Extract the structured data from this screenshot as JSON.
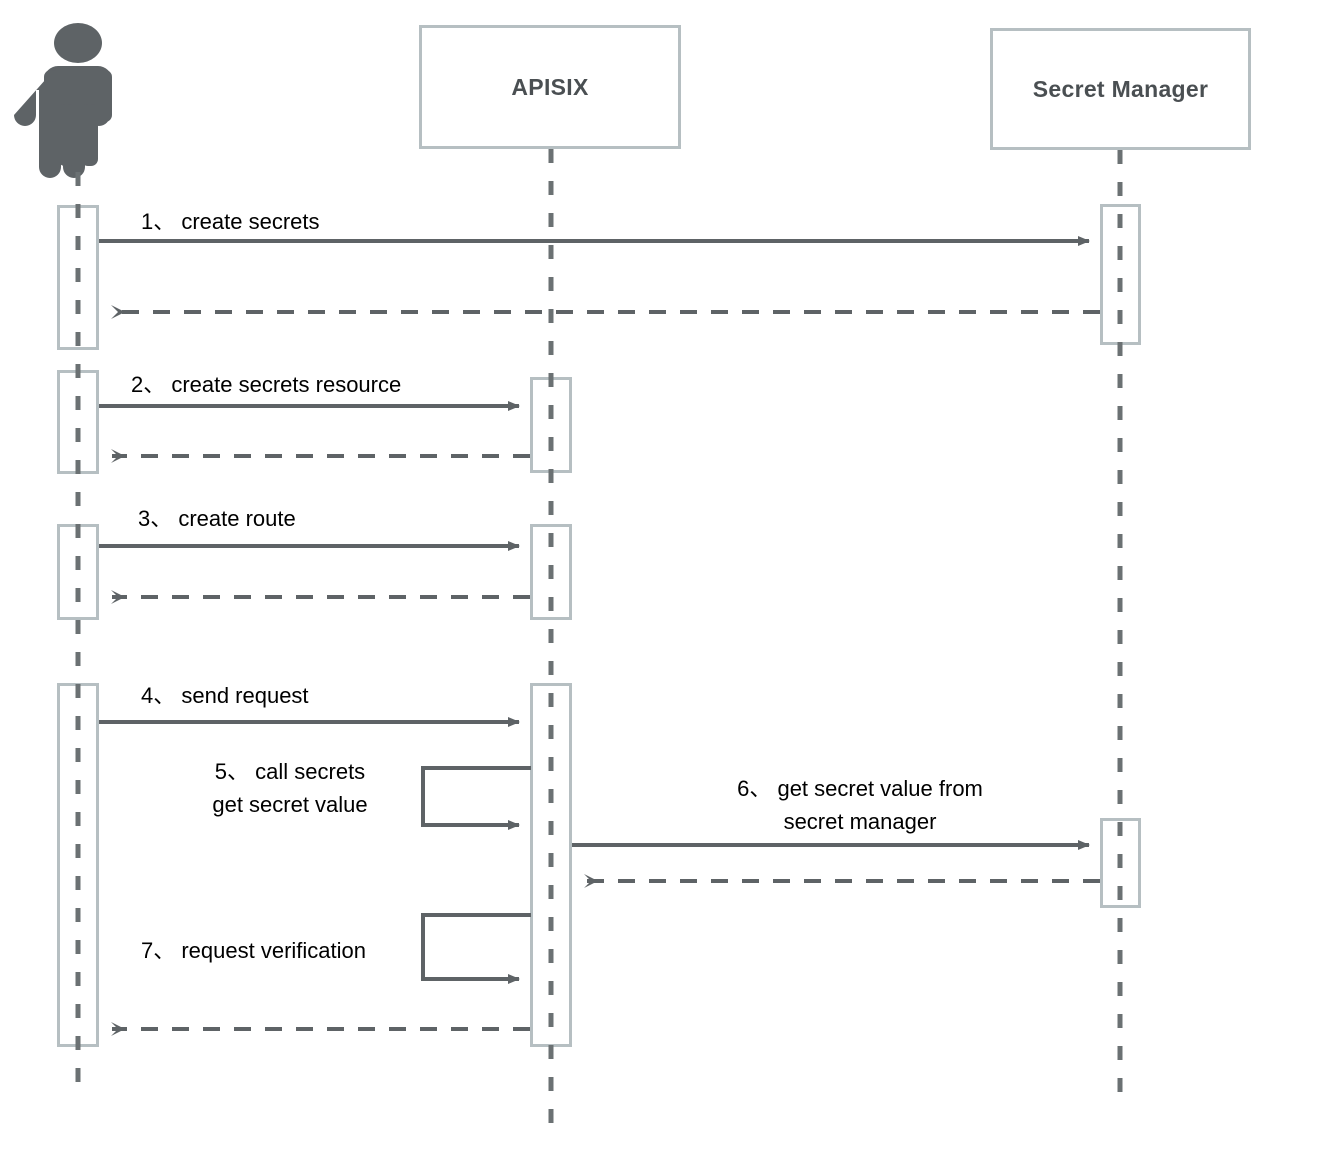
{
  "diagram": {
    "type": "sequence-diagram",
    "title": "APISIX secrets retrieval sequence",
    "colors": {
      "box_border": "#b6bfc2",
      "lifeline": "#6b7173",
      "arrow": "#5e6366",
      "participant_text": "#4a4f52",
      "message_text": "#000000",
      "background": "#ffffff"
    }
  },
  "participants": [
    {
      "id": "actor",
      "kind": "actor",
      "label": "",
      "icon": "person-icon"
    },
    {
      "id": "apisix",
      "kind": "box",
      "label": "APISIX"
    },
    {
      "id": "secret_manager",
      "kind": "box",
      "label": "Secret Manager"
    }
  ],
  "messages": [
    {
      "num": "1",
      "sep": "、",
      "text": "create secrets",
      "from": "actor",
      "to": "secret_manager",
      "style": "solid"
    },
    {
      "num": "",
      "sep": "",
      "text": "",
      "from": "secret_manager",
      "to": "actor",
      "style": "dashed"
    },
    {
      "num": "2",
      "sep": "、",
      "text": "create secrets resource",
      "from": "actor",
      "to": "apisix",
      "style": "solid"
    },
    {
      "num": "",
      "sep": "",
      "text": "",
      "from": "apisix",
      "to": "actor",
      "style": "dashed"
    },
    {
      "num": "3",
      "sep": "、",
      "text": "create route",
      "from": "actor",
      "to": "apisix",
      "style": "solid"
    },
    {
      "num": "",
      "sep": "",
      "text": "",
      "from": "apisix",
      "to": "actor",
      "style": "dashed"
    },
    {
      "num": "4",
      "sep": "、",
      "text": "send request",
      "from": "actor",
      "to": "apisix",
      "style": "solid"
    },
    {
      "num": "5",
      "sep": "、",
      "text": "call secrets",
      "text2": "get secret value",
      "from": "apisix",
      "to": "apisix",
      "style": "self"
    },
    {
      "num": "6",
      "sep": "、",
      "text": "get secret value from",
      "text2": "secret manager",
      "from": "apisix",
      "to": "secret_manager",
      "style": "solid"
    },
    {
      "num": "",
      "sep": "",
      "text": "",
      "from": "secret_manager",
      "to": "apisix",
      "style": "dashed"
    },
    {
      "num": "7",
      "sep": "、",
      "text": "request verification",
      "from": "apisix",
      "to": "apisix",
      "style": "self"
    },
    {
      "num": "",
      "sep": "",
      "text": "",
      "from": "apisix",
      "to": "actor",
      "style": "dashed"
    }
  ],
  "labels": {
    "m1": "1、 create secrets",
    "m2": "2、 create secrets resource",
    "m3": "3、 create route",
    "m4": "4、 send request",
    "m5_line1": "5、 call secrets",
    "m5_line2": "get secret value",
    "m6_line1": "6、 get secret value from",
    "m6_line2": "secret manager",
    "m7": "7、 request verification"
  }
}
